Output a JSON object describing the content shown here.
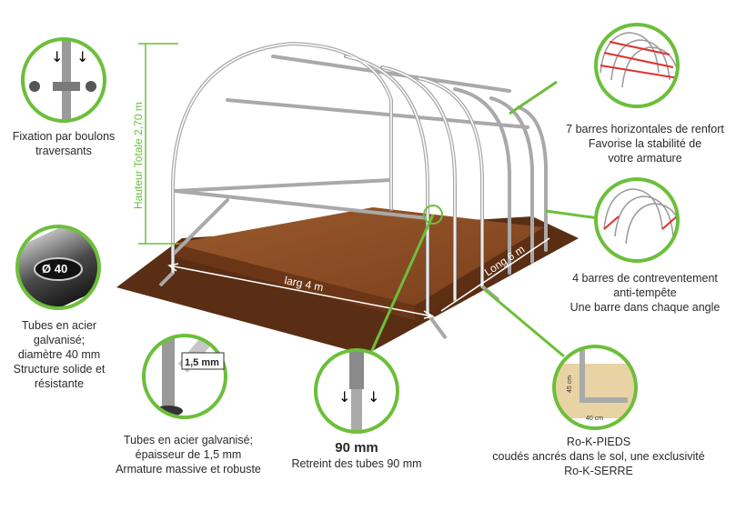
{
  "colors": {
    "accent_green": "#6cbf3a",
    "circle_border": "#6cbf3a",
    "soil": "#8c4a22",
    "soil_dark": "#5a2e14",
    "frame": "#e6e6e6",
    "frame_stroke": "#9a9a9a",
    "reinforcement_red": "#e0302c"
  },
  "dimensions": {
    "height_label": "Hauteur Totale 2,70 m",
    "width_label": "larg 4 m",
    "length_label": "Long 6 m"
  },
  "callouts": {
    "bolts": {
      "lines": [
        "Fixation par boulons",
        "traversants"
      ],
      "icon": "bolt-fixing-icon"
    },
    "tubes": {
      "lines": [
        "Tubes en acier",
        "galvanisé;",
        "diamètre 40 mm",
        "Structure solide et",
        "résistante"
      ],
      "badge": "Ø 40",
      "icon": "tube-section-icon"
    },
    "thickness": {
      "lines": [
        "Tubes en acier galvanisé;",
        "épaisseur de 1,5 mm",
        "Armature massive et robuste"
      ],
      "badge": "1,5 mm",
      "icon": "tube-thickness-icon"
    },
    "swage": {
      "title": "90 mm",
      "lines": [
        "Retreint des tubes 90 mm"
      ],
      "icon": "tube-swage-icon"
    },
    "feet": {
      "lines": [
        "Ro-K-PIEDS",
        "coudés ancrés dans le sol, une exclusivité",
        "Ro-K-SERRE"
      ],
      "dim_h": "45 cm",
      "dim_w": "40 cm",
      "icon": "bent-foot-icon"
    },
    "bars": {
      "lines": [
        "7 barres horizontales de renfort",
        "Favorise la stabilité de",
        "votre armature"
      ],
      "icon": "horizontal-bars-icon"
    },
    "bracing": {
      "lines": [
        "4 barres de contreventement",
        "anti-tempête",
        "Une barre dans chaque angle"
      ],
      "icon": "bracing-bars-icon"
    }
  }
}
